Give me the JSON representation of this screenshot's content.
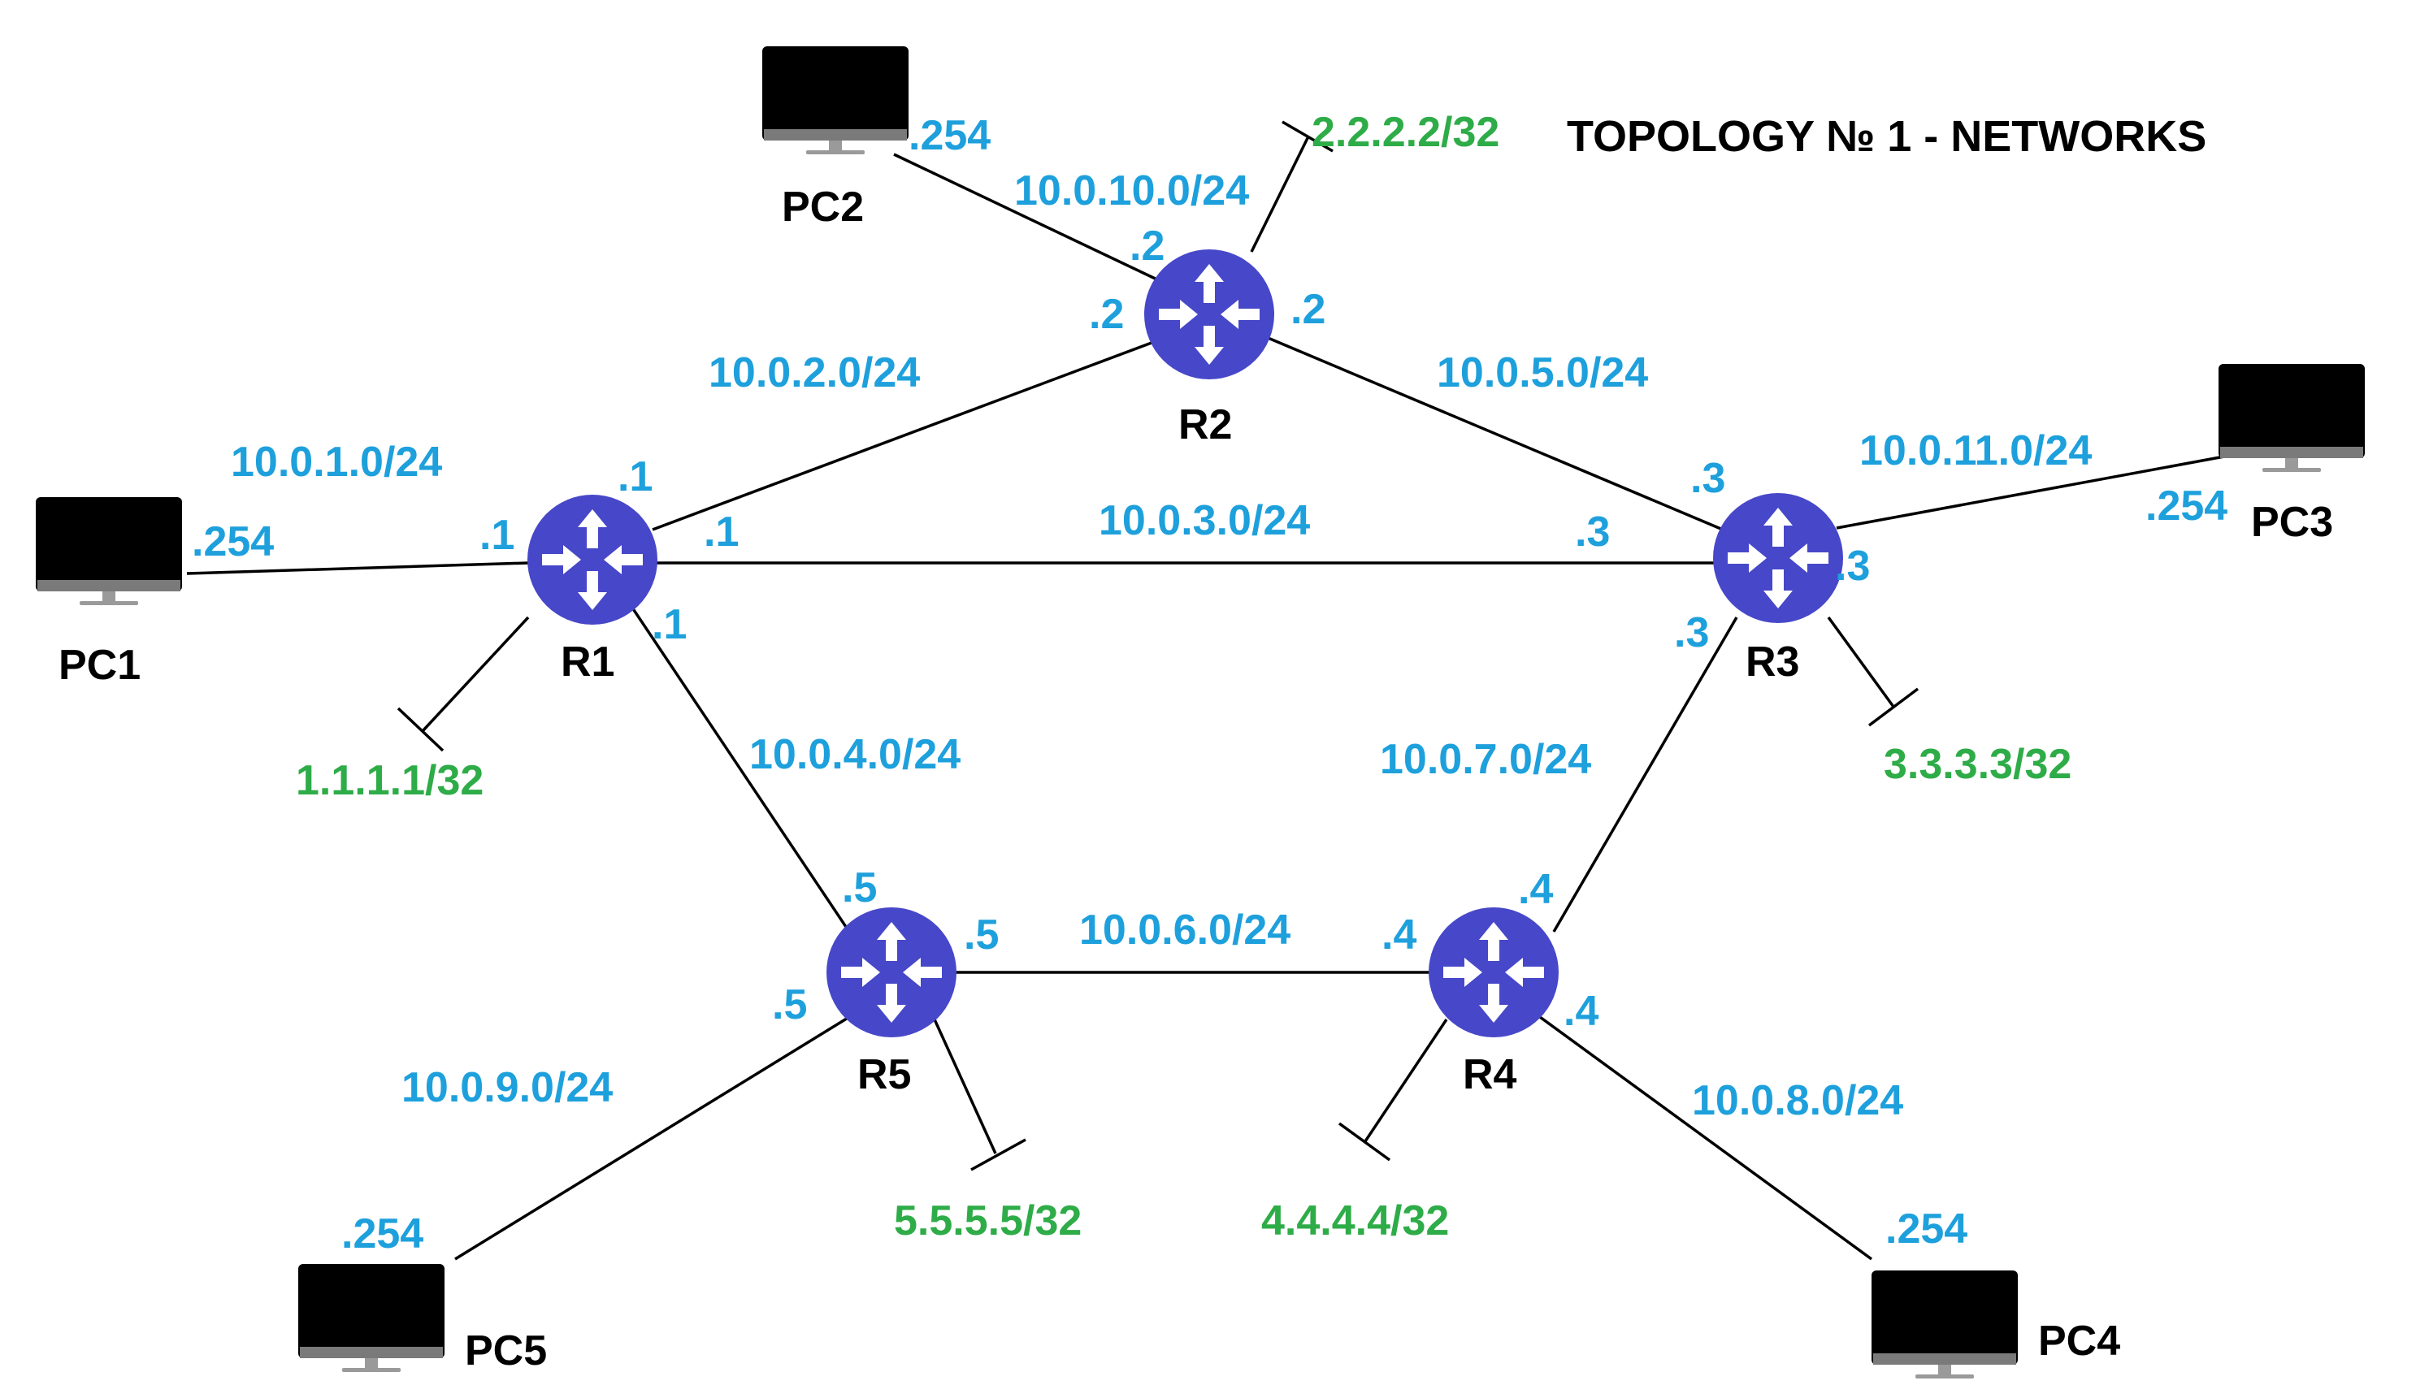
{
  "title": "TOPOLOGY № 1 - NETWORKS",
  "colors": {
    "network_label": "#1ea0dc",
    "loopback_label": "#2eac48",
    "router_fill": "#4747c9",
    "router_arrow": "#ffffff",
    "line": "#000000",
    "pc_screen": "#000000",
    "pc_stand": "#808080"
  },
  "routers": [
    {
      "id": "R1",
      "label": "R1"
    },
    {
      "id": "R2",
      "label": "R2"
    },
    {
      "id": "R3",
      "label": "R3"
    },
    {
      "id": "R4",
      "label": "R4"
    },
    {
      "id": "R5",
      "label": "R5"
    }
  ],
  "pcs": [
    {
      "id": "PC1",
      "label": "PC1",
      "icon": "monitor-icon"
    },
    {
      "id": "PC2",
      "label": "PC2",
      "icon": "monitor-icon"
    },
    {
      "id": "PC3",
      "label": "PC3",
      "icon": "monitor-icon"
    },
    {
      "id": "PC4",
      "label": "PC4",
      "icon": "monitor-icon"
    },
    {
      "id": "PC5",
      "label": "PC5",
      "icon": "monitor-icon"
    }
  ],
  "networks": [
    {
      "id": "pc1-r1",
      "subnet": "10.0.1.0/24",
      "a": "PC1",
      "a_ip": ".254",
      "b": "R1",
      "b_ip": ".1"
    },
    {
      "id": "r1-r2",
      "subnet": "10.0.2.0/24",
      "a": "R1",
      "a_ip": ".1",
      "b": "R2",
      "b_ip": ".2"
    },
    {
      "id": "r1-r3",
      "subnet": "10.0.3.0/24",
      "a": "R1",
      "a_ip": ".1",
      "b": "R3",
      "b_ip": ".3"
    },
    {
      "id": "r1-r5",
      "subnet": "10.0.4.0/24",
      "a": "R1",
      "a_ip": ".1",
      "b": "R5",
      "b_ip": ".5"
    },
    {
      "id": "r2-r3",
      "subnet": "10.0.5.0/24",
      "a": "R2",
      "a_ip": ".2",
      "b": "R3",
      "b_ip": ".3"
    },
    {
      "id": "r5-r4",
      "subnet": "10.0.6.0/24",
      "a": "R5",
      "a_ip": ".5",
      "b": "R4",
      "b_ip": ".4"
    },
    {
      "id": "r4-r3",
      "subnet": "10.0.7.0/24",
      "a": "R4",
      "a_ip": ".4",
      "b": "R3",
      "b_ip": ".3"
    },
    {
      "id": "r4-pc4",
      "subnet": "10.0.8.0/24",
      "a": "R4",
      "a_ip": ".4",
      "b": "PC4",
      "b_ip": ".254"
    },
    {
      "id": "r5-pc5",
      "subnet": "10.0.9.0/24",
      "a": "R5",
      "a_ip": ".5",
      "b": "PC5",
      "b_ip": ".254"
    },
    {
      "id": "pc2-r2",
      "subnet": "10.0.10.0/24",
      "a": "PC2",
      "a_ip": ".254",
      "b": "R2",
      "b_ip": ".2"
    },
    {
      "id": "r3-pc3",
      "subnet": "10.0.11.0/24",
      "a": "R3",
      "a_ip": ".3",
      "b": "PC3",
      "b_ip": ".254"
    }
  ],
  "loopbacks": [
    {
      "router": "R1",
      "address": "1.1.1.1/32"
    },
    {
      "router": "R2",
      "address": "2.2.2.2/32"
    },
    {
      "router": "R3",
      "address": "3.3.3.3/32"
    },
    {
      "router": "R4",
      "address": "4.4.4.4/32"
    },
    {
      "router": "R5",
      "address": "5.5.5.5/32"
    }
  ]
}
